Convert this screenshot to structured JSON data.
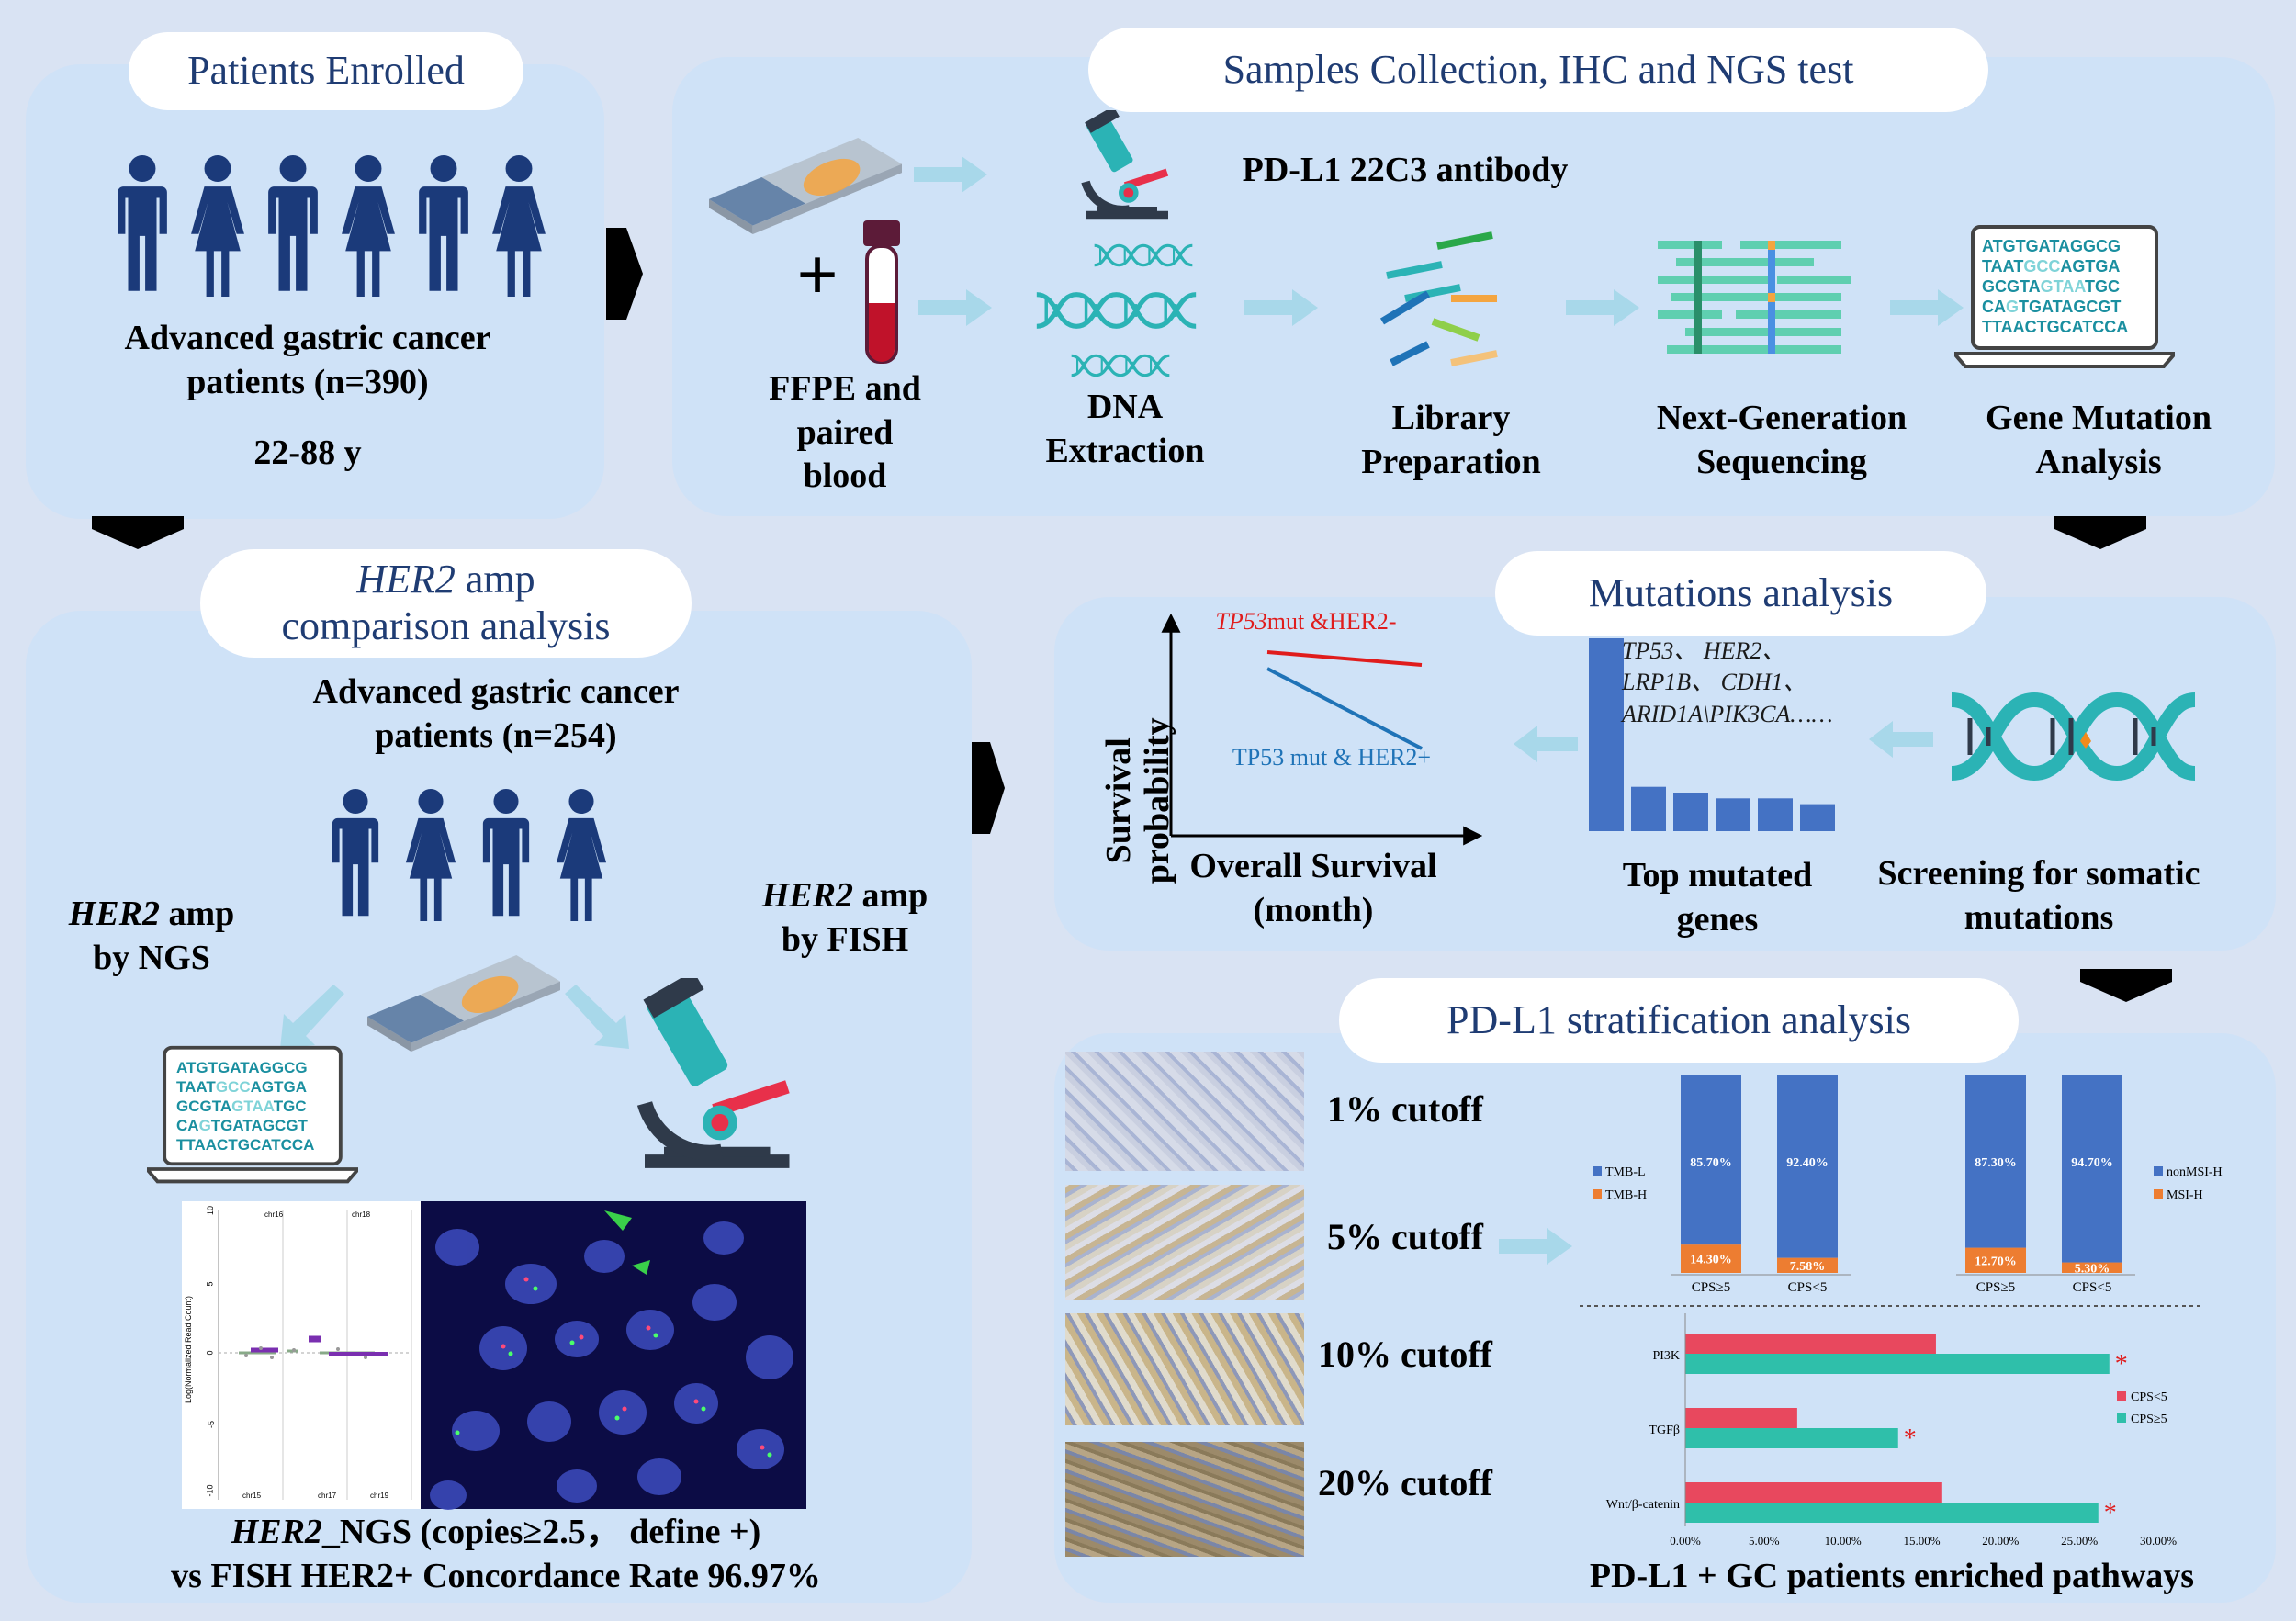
{
  "pills": {
    "enrolled": "Patients Enrolled",
    "samples": "Samples Collection, IHC and NGS test",
    "her2_italic": "HER2",
    "her2_rest": " amp",
    "her2_line2": "comparison analysis",
    "mutations": "Mutations analysis",
    "pdl1": "PD-L1 stratification analysis"
  },
  "enrolled": {
    "line1": "Advanced gastric cancer",
    "line2": "patients (n=390)",
    "age": "22-88 y"
  },
  "samples": {
    "antibody": "PD-L1 22C3 antibody",
    "plus": "+",
    "ffpe_l1": "FFPE and",
    "ffpe_l2": "paired",
    "ffpe_l3": "blood",
    "dna_l1": "DNA",
    "dna_l2": "Extraction",
    "lib_l1": "Library",
    "lib_l2": "Preparation",
    "ngs_l1": "Next-Generation",
    "ngs_l2": "Sequencing",
    "gma_l1": "Gene Mutation",
    "gma_l2": "Analysis"
  },
  "sequence": {
    "l1": "ATGTGATAGGCG",
    "l2a": "TAAT",
    "l2b": "GCC",
    "l2c": "AGTGA",
    "l3a": "GCGTA",
    "l3b": "GTAA",
    "l3c": "TGC",
    "l4a": "CA",
    "l4b": "G",
    "l4c": "TGATAGCGT",
    "l5": "TTAACTGCATCCA"
  },
  "her2": {
    "cohort_l1": "Advanced gastric cancer",
    "cohort_l2": "patients (n=254)",
    "ngs_italic": "HER2",
    "ngs_rest": " amp",
    "ngs_l2": "by NGS",
    "fish_italic": "HER2",
    "fish_rest": " amp",
    "fish_l2": "by FISH",
    "bottom_italic": "HER2",
    "bottom_rest": "_NGS (copies≥2.5， define +)",
    "bottom_l2": "vs FISH HER2+ Concordance Rate 96.97%",
    "cnv_ylabel": "Log(Normalized Read Count)",
    "cnv_labels": [
      "chr16",
      "chr18",
      "chr15",
      "chr17",
      "chr19"
    ],
    "cnv_ticks": [
      "10",
      "5",
      "0",
      "-5",
      "-10"
    ]
  },
  "mutations": {
    "tp53_her2neg_italic": "TP53",
    "tp53_her2neg_rest": "mut &HER2-",
    "tp53_her2pos": "TP53 mut & HER2+",
    "ylabel_l1": "Survival",
    "ylabel_l2": "probability",
    "xlabel_l1": "Overall Survival",
    "xlabel_l2": "(month)",
    "genes_l1": "TP53、 HER2、",
    "genes_l2": "LRP1B、 CDH1、",
    "genes_l3": "ARID1A\\PIK3CA……",
    "top_l1": "Top mutated",
    "top_l2": "genes",
    "screen_l1": "Screening for somatic",
    "screen_l2": "mutations",
    "top_gene_bars": [
      1.0,
      0.23,
      0.2,
      0.17,
      0.17,
      0.14
    ]
  },
  "pdl1": {
    "cutoffs": [
      "1% cutoff",
      "5% cutoff",
      "10% cutoff",
      "20% cutoff"
    ],
    "footer": "PD-L1 + GC patients enriched pathways"
  },
  "chart_data": [
    {
      "type": "bar",
      "stacked": true,
      "categories": [
        "CPS≥5",
        "CPS<5"
      ],
      "series": [
        {
          "name": "TMB-L",
          "values": [
            85.7,
            92.4
          ],
          "labels": [
            "85.70%",
            "92.40%"
          ],
          "color": "#4472c4"
        },
        {
          "name": "TMB-H",
          "values": [
            14.3,
            7.58
          ],
          "labels": [
            "14.30%",
            "7.58%"
          ],
          "color": "#ed7d31"
        }
      ]
    },
    {
      "type": "bar",
      "stacked": true,
      "categories": [
        "CPS≥5",
        "CPS<5"
      ],
      "series": [
        {
          "name": "nonMSI-H",
          "values": [
            87.3,
            94.7
          ],
          "labels": [
            "87.30%",
            "94.70%"
          ],
          "color": "#4472c4"
        },
        {
          "name": "MSI-H",
          "values": [
            12.7,
            5.3
          ],
          "labels": [
            "12.70%",
            "5.30%"
          ],
          "color": "#ed7d31"
        }
      ]
    },
    {
      "type": "bar",
      "orientation": "horizontal",
      "categories": [
        "PI3K",
        "TGFβ",
        "Wnt/β-catenin"
      ],
      "series": [
        {
          "name": "CPS<5",
          "values": [
            15.9,
            7.1,
            16.3
          ],
          "color": "#e8485e"
        },
        {
          "name": "CPS≥5",
          "values": [
            26.9,
            13.5,
            26.2
          ],
          "color": "#2fbfaa"
        }
      ],
      "significance": [
        "*",
        "*",
        "*"
      ],
      "xticks": [
        "0.00%",
        "5.00%",
        "10.00%",
        "15.00%",
        "20.00%",
        "25.00%",
        "30.00%"
      ],
      "xlim": [
        0,
        30
      ]
    }
  ],
  "colors": {
    "navy": "#1b3a7a",
    "teal": "#2bb3b5",
    "arrow": "#a8d8ea",
    "red": "#e01c1c",
    "blue_line": "#1f73b7",
    "bar_blue": "#4472c4"
  }
}
